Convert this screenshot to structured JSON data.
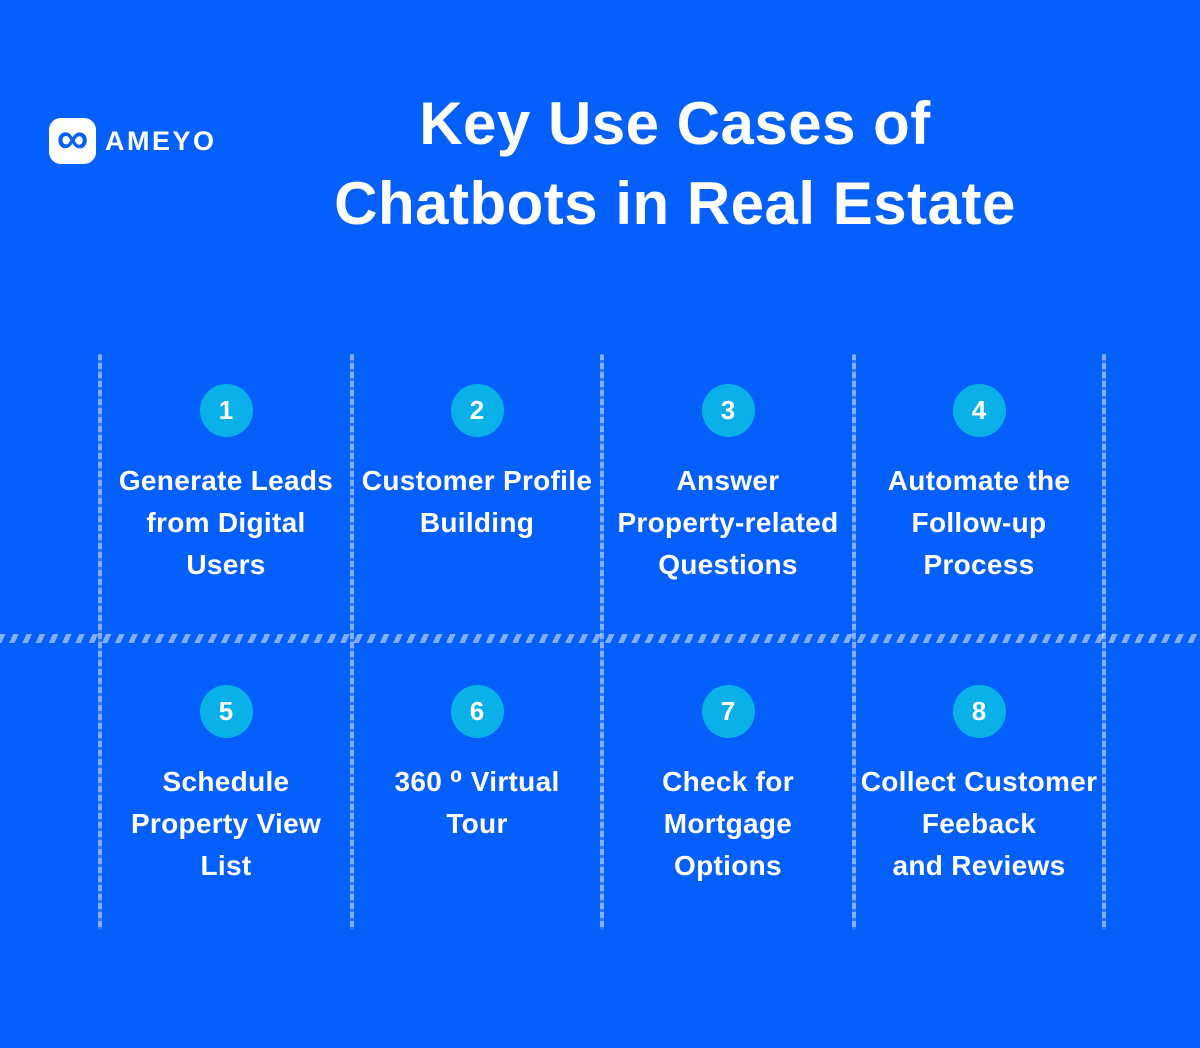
{
  "colors": {
    "background": "#055FFA",
    "badge": "#0AB1E8",
    "divider": "rgba(255,255,255,0.5)"
  },
  "logo": {
    "infinity_icon": "∞",
    "brand": "AMEYO"
  },
  "title": {
    "line1": "Key Use Cases of",
    "line2": "Chatbots in Real Estate"
  },
  "items": [
    {
      "number": "1",
      "lines": [
        "Generate Leads",
        "from Digital",
        "Users"
      ]
    },
    {
      "number": "2",
      "lines": [
        "Customer Profile",
        "Building"
      ]
    },
    {
      "number": "3",
      "lines": [
        "Answer",
        "Property-related",
        "Questions"
      ]
    },
    {
      "number": "4",
      "lines": [
        "Automate the",
        "Follow-up",
        "Process"
      ]
    },
    {
      "number": "5",
      "lines": [
        "Schedule",
        "Property View",
        "List"
      ]
    },
    {
      "number": "6",
      "lines": [
        "360 ⁰ Virtual",
        "Tour"
      ]
    },
    {
      "number": "7",
      "lines": [
        "Check for",
        "Mortgage",
        "Options"
      ]
    },
    {
      "number": "8",
      "lines": [
        "Collect Customer",
        "Feeback",
        "and Reviews"
      ]
    }
  ]
}
